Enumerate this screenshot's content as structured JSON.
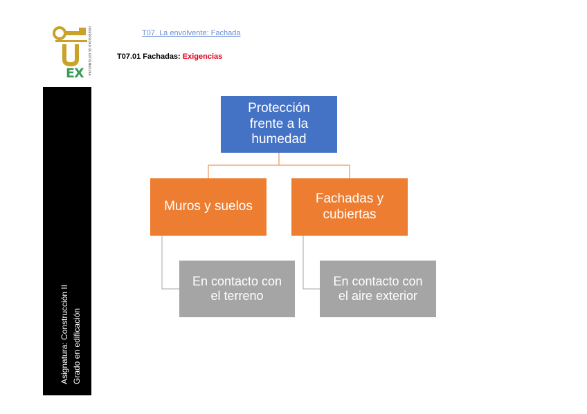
{
  "header": {
    "topic_link": "T07. La envolvente: Fachada",
    "section_prefix": "T07.01 Fachadas: ",
    "section_accent": "Exigencias"
  },
  "logo": {
    "letters": "EX",
    "vertical_text": "UNIVERSIDAD DE EXTREMADURA"
  },
  "sidebar": {
    "line1": "Asignatura:  Construcción II",
    "line2": "Grado en edificación"
  },
  "diagram": {
    "root": {
      "lines": [
        "Protección",
        "frente a la",
        "humedad"
      ]
    },
    "children": [
      {
        "lines": [
          "Muros y suelos"
        ],
        "child": {
          "lines": [
            "En contacto con",
            "el terreno"
          ]
        }
      },
      {
        "lines": [
          "Fachadas y",
          "cubiertas"
        ],
        "child": {
          "lines": [
            "En contacto con",
            "el aire exterior"
          ]
        }
      }
    ]
  },
  "colors": {
    "root": "#4472c4",
    "branch": "#ed7d31",
    "leaf": "#a5a5a5",
    "accent": "#e0001b",
    "link": "#6b8fd4",
    "logo_green": "#3a9b57",
    "logo_gold": "#c9a227"
  }
}
